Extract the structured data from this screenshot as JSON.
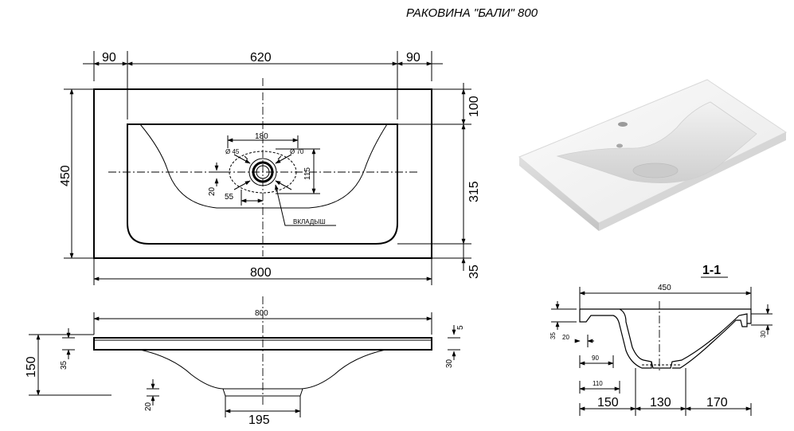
{
  "title": "РАКОВИНА \"БАЛИ\" 800",
  "top_view": {
    "dim_left_margin": "90",
    "dim_inner_width": "620",
    "dim_right_margin": "90",
    "dim_total_width": "800",
    "dim_depth": "450",
    "dim_back_to_bowl": "100",
    "dim_bowl_depth": "315",
    "dim_front_edge": "35",
    "dim_tap_hole_spacing": "180",
    "dim_drain_offset": "115",
    "dim_tap_offset_x": "55",
    "dim_tap_offset_y": "20",
    "dim_hole_45": "Ø 45",
    "dim_hole_70": "Ø 70",
    "insert_label": "ВКЛАДЫШ"
  },
  "front_view": {
    "dim_total_width": "800",
    "dim_total_height": "150",
    "dim_rim_thickness": "35",
    "dim_top_offset": "5",
    "dim_side_height": "30",
    "dim_bottom": "20",
    "dim_base_width": "195"
  },
  "section": {
    "label": "1-1",
    "dim_width": "450",
    "dim_rim": "35",
    "dim_wall": "20",
    "dim_right": "30",
    "dim_90": "90",
    "dim_110": "110",
    "dim_150": "150",
    "dim_130": "130",
    "dim_170": "170"
  }
}
